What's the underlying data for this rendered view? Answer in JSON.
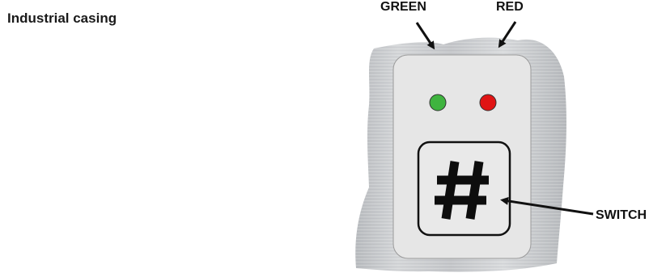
{
  "title": "Industrial casing",
  "labels": {
    "green": "GREEN",
    "red": "RED",
    "switch": "SWITCH"
  },
  "button_symbol": "#",
  "colors": {
    "casing": "#c9cbce",
    "faceplate": "#e6e6e6",
    "green_led": "#3fb43f",
    "red_led": "#e01414",
    "outline": "#111111"
  },
  "icons": [
    "green-led-icon",
    "red-led-icon",
    "hash-switch-icon",
    "arrow-icon"
  ]
}
